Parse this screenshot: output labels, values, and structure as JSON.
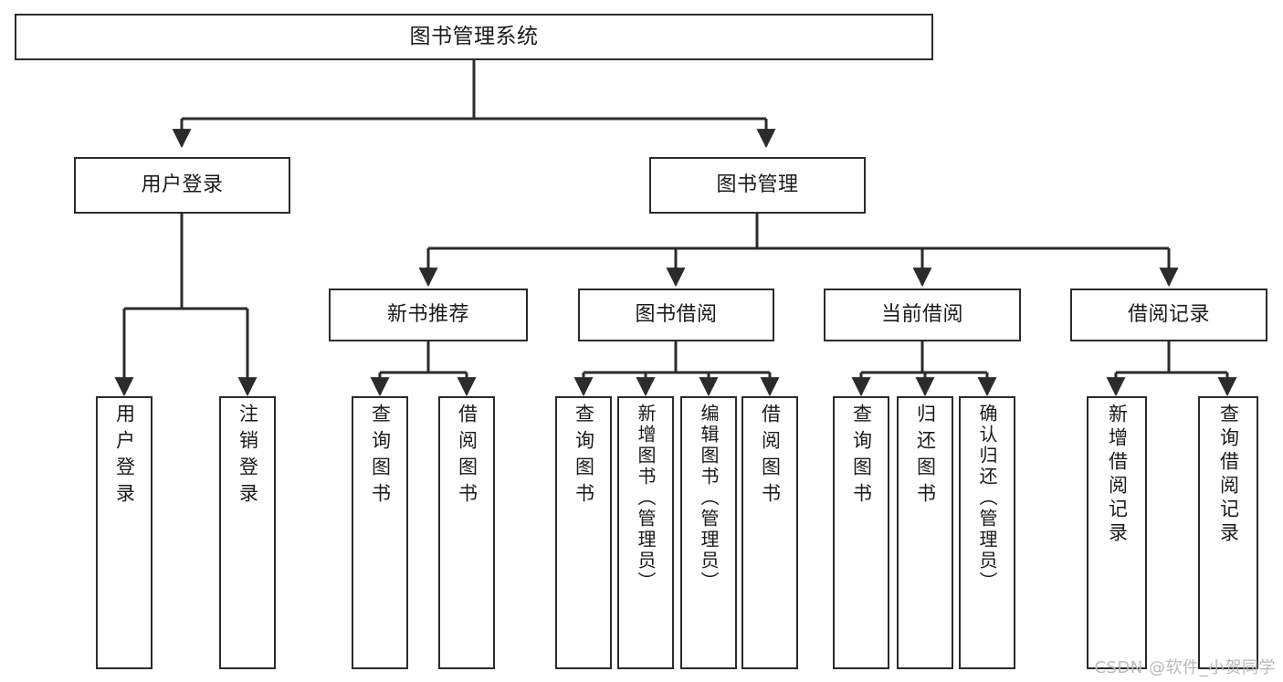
{
  "diagram": {
    "title": "图书管理系统",
    "type": "hierarchy-tree",
    "watermark": "CSDN @软件_小贺同学",
    "colors": {
      "box_border": "#2b2b2b",
      "box_fill": "#ffffff",
      "connector": "#2b2b2b",
      "background": "#ffffff",
      "watermark": "#b9b9b9"
    },
    "root": {
      "label": "图书管理系统"
    },
    "level1": [
      {
        "label": "用户登录"
      },
      {
        "label": "图书管理"
      }
    ],
    "level2": [
      {
        "label": "新书推荐"
      },
      {
        "label": "图书借阅"
      },
      {
        "label": "当前借阅"
      },
      {
        "label": "借阅记录"
      }
    ],
    "leaves": {
      "user_login": [
        {
          "label": "用户登录"
        },
        {
          "label": "注销登录"
        }
      ],
      "new_book_recommend": [
        {
          "label": "查询图书"
        },
        {
          "label": "借阅图书"
        }
      ],
      "book_borrow": [
        {
          "label": "查询图书"
        },
        {
          "label": "新增图书（管理员）"
        },
        {
          "label": "编辑图书（管理员）"
        },
        {
          "label": "借阅图书"
        }
      ],
      "current_borrow": [
        {
          "label": "查询图书"
        },
        {
          "label": "归还图书"
        },
        {
          "label": "确认归还（管理员）"
        }
      ],
      "borrow_record": [
        {
          "label": "新增借阅记录"
        },
        {
          "label": "查询借阅记录"
        }
      ]
    }
  }
}
